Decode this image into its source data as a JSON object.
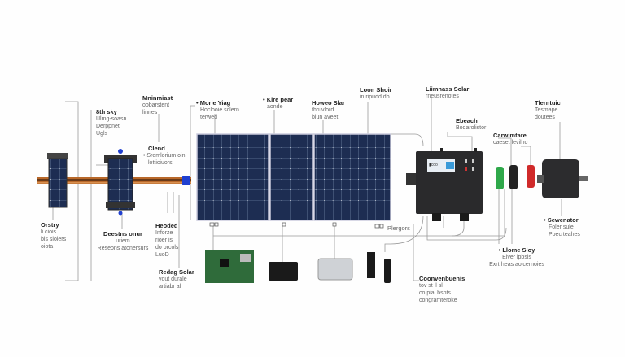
{
  "labels": [
    {
      "id": "orstry",
      "title": "Orstry",
      "lines": [
        "li ciois",
        "bis sloiers",
        "oiota"
      ]
    },
    {
      "id": "8th-sky",
      "title": "8th sky",
      "lines": [
        "Ulmg-soasn",
        "Derppnet",
        "Ugls"
      ]
    },
    {
      "id": "mninmiast",
      "title": "Mninmiast",
      "lines": [
        "oobarstent",
        "linnes"
      ]
    },
    {
      "id": "clend",
      "title": "Clend",
      "lines": [
        "• Sremlorium oin",
        "lotticiuors"
      ]
    },
    {
      "id": "deestns",
      "title": "Deestns onur",
      "lines": [
        "uriem",
        "Reseons atonersurs"
      ]
    },
    {
      "id": "heoded",
      "title": "Heoded",
      "lines": [
        "Inforze",
        "rioer is",
        "do orcols",
        "LuoD"
      ]
    },
    {
      "id": "redag",
      "title": "Redag Solar",
      "lines": [
        "vout durale",
        "artiabr al"
      ]
    },
    {
      "id": "morie",
      "title": "• Morie Yiag",
      "lines": [
        "Hoclooie sclern",
        "terwed"
      ]
    },
    {
      "id": "kire",
      "title": "• Kire pear",
      "lines": [
        "aonde"
      ]
    },
    {
      "id": "howeo",
      "title": "Howeo Slar",
      "lines": [
        "thruvlord",
        "blun aveet"
      ]
    },
    {
      "id": "loon",
      "title": "Loon Shoir",
      "lines": [
        "in ripudd do"
      ]
    },
    {
      "id": "liimnass",
      "title": "Liimnass Solar",
      "lines": [
        "rneusrenotes"
      ]
    },
    {
      "id": "ebeach",
      "title": "Ebeach",
      "lines": [
        "Bodarolistor"
      ]
    },
    {
      "id": "carwimtare",
      "title": "Carwimtare",
      "lines": [
        "caeset levilno"
      ]
    },
    {
      "id": "tlerntuic",
      "title": "Tlerntuic",
      "lines": [
        "Tesmape",
        "doutees"
      ]
    },
    {
      "id": "sewenator",
      "title": "• Sewenator",
      "lines": [
        "Foler sule",
        "Poec teahes"
      ]
    },
    {
      "id": "llome",
      "title": "• Llome Sloy",
      "lines": [
        "Elver ipbsis",
        "Exrtrheas aolcernoies"
      ]
    },
    {
      "id": "coonvenbuenis",
      "title": "Coonvenbuenis",
      "lines": [
        "tov st il sl",
        "co:pial bsots",
        "congramteroke"
      ]
    }
  ],
  "plergors_label": "Plergors",
  "inverter_display": "▮coo",
  "colors": {
    "panel": "#1c2a4a",
    "cable": "#b8682a",
    "connector_blue": "#1f3fd0",
    "inverter": "#2a2a2c",
    "green": "#2fa84a",
    "red": "#d02a2a",
    "pcb": "#2f6b3a"
  }
}
